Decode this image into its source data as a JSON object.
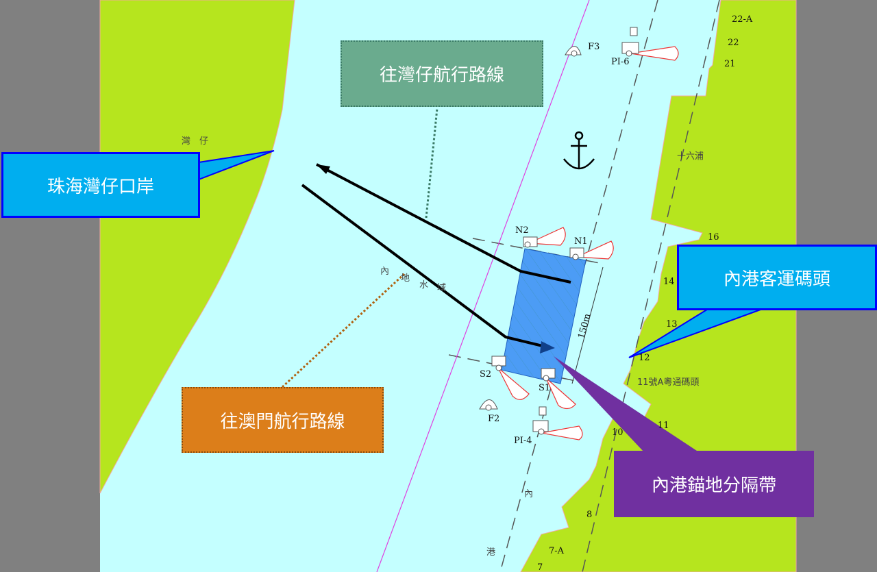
{
  "callouts": {
    "wanzai_port": "珠海灣仔口岸",
    "to_wanzai": "往灣仔航行路線",
    "to_macau": "往澳門航行路線",
    "inner_harbour_pier": "內港客運碼頭",
    "anchorage_zone": "內港錨地分隔帶"
  },
  "labels": {
    "wanzai": "灣　仔",
    "inland_waters": [
      "內",
      "地",
      "水",
      "域"
    ],
    "inner_harbour": [
      "內",
      "港"
    ],
    "shiliupu": "十六浦",
    "pier_11a": "11號A粵通碼頭",
    "distance": "150m"
  },
  "markers": [
    "F3",
    "PI-6",
    "N2",
    "N1",
    "S2",
    "S1",
    "F2",
    "PI-4"
  ],
  "pier_numbers": [
    "22-A",
    "22",
    "21",
    "16",
    "14",
    "13",
    "12",
    "11",
    "10",
    "8",
    "7-A",
    "7"
  ],
  "colors": {
    "water": "#c4ffff",
    "land": "#b6e51e",
    "blue_callout": "#00aeef",
    "green_callout": "#6aab8e",
    "orange_callout": "#dc7e1a",
    "purple_callout": "#7030a0",
    "zone": "#4c9cf5"
  }
}
